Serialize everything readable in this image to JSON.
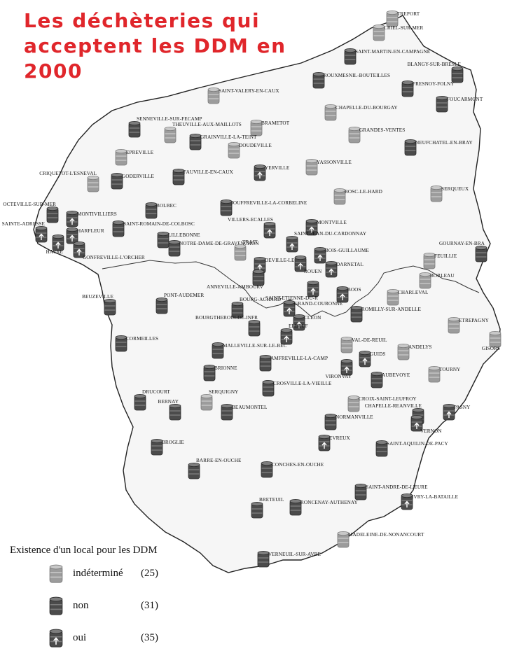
{
  "title": {
    "line1": "Les déchèteries qui",
    "line2": "acceptent les DDM en",
    "line3": "2000"
  },
  "colors": {
    "title": "#e0262b",
    "indetermine": "#9c9c9c",
    "non": "#4b4b4b",
    "oui": "#4b4b4b",
    "region_fill": "#f6f6f6",
    "outline": "#222222"
  },
  "legend": {
    "title": "Existence d'un local pour les DDM",
    "items": [
      {
        "key": "indetermine",
        "label": "indéterminé",
        "count": "(25)",
        "icon": "barrel-light-icon"
      },
      {
        "key": "non",
        "label": "non",
        "count": "(31)",
        "icon": "barrel-dark-icon"
      },
      {
        "key": "oui",
        "label": "oui",
        "count": "(35)",
        "icon": "barrel-arrow-icon"
      }
    ]
  },
  "sites": [
    {
      "name": "TREPORT",
      "status": "indetermine"
    },
    {
      "name": "CRIEL-SUR-MER",
      "status": "indetermine"
    },
    {
      "name": "SAINT-MARTIN-EN-CAMPAGNE",
      "status": "non"
    },
    {
      "name": "BLANGY-SUR-BRESLE",
      "status": "non"
    },
    {
      "name": "ROUXMESNIL-BOUTEILLES",
      "status": "non"
    },
    {
      "name": "FRESNOY-FOLNY",
      "status": "non"
    },
    {
      "name": "FOUCARMONT",
      "status": "non"
    },
    {
      "name": "SAINT-VALERY-EN-CAUX",
      "status": "indetermine"
    },
    {
      "name": "CHAPELLE-DU-BOURGAY",
      "status": "indetermine"
    },
    {
      "name": "SENNEVILLE-SUR-FECAMP",
      "status": "non"
    },
    {
      "name": "BRAMETOT",
      "status": "indetermine"
    },
    {
      "name": "THEUVILLE-AUX-MAILLOTS",
      "status": "indetermine"
    },
    {
      "name": "GRAINVILLE-LA-TEINT",
      "status": "non"
    },
    {
      "name": "GRANDES-VENTES",
      "status": "indetermine"
    },
    {
      "name": "DOUDEVILLE",
      "status": "indetermine"
    },
    {
      "name": "NEUFCHATEL-EN-BRAY",
      "status": "non"
    },
    {
      "name": "EPREVILLE",
      "status": "indetermine"
    },
    {
      "name": "CRIQUETOT-L'ESNEVAL",
      "status": "indetermine"
    },
    {
      "name": "GODERVILLE",
      "status": "non"
    },
    {
      "name": "FAUVILLE-EN-CAUX",
      "status": "non"
    },
    {
      "name": "YERVILLE",
      "status": "oui"
    },
    {
      "name": "YASSONVILLE",
      "status": "indetermine"
    },
    {
      "name": "BOSC-LE-HARD",
      "status": "indetermine"
    },
    {
      "name": "SERQUEUX",
      "status": "indetermine"
    },
    {
      "name": "OCTEVILLE-SUR-MER",
      "status": "non"
    },
    {
      "name": "MONTIVILLIERS",
      "status": "oui"
    },
    {
      "name": "BOLBEC",
      "status": "non"
    },
    {
      "name": "JOUFFREVILLE-LA-CORBELINE",
      "status": "non"
    },
    {
      "name": "SAINTE-ADRESSE",
      "status": "oui"
    },
    {
      "name": "HARFLEUR",
      "status": "oui"
    },
    {
      "name": "HAVRE",
      "status": "oui"
    },
    {
      "name": "SAINT-ROMAIN-DE-COLBOSC",
      "status": "non"
    },
    {
      "name": "LILLEBONNE",
      "status": "non"
    },
    {
      "name": "NOTRE-DAME-DE-GRAVENCHON",
      "status": "non"
    },
    {
      "name": "VILLERS-ECALLES",
      "status": "oui"
    },
    {
      "name": "MONTVILLE",
      "status": "oui"
    },
    {
      "name": "GONFREVILLE-L'ORCHER",
      "status": "oui"
    },
    {
      "name": "TRAIT",
      "status": "indetermine"
    },
    {
      "name": "SAINT-JEAN-DU-CARDONNAY",
      "status": "oui"
    },
    {
      "name": "BOIS-GUILLAUME",
      "status": "oui"
    },
    {
      "name": "GOURNAY-EN-BRA",
      "status": "non"
    },
    {
      "name": "FEUILLIE",
      "status": "indetermine"
    },
    {
      "name": "DEVILLE-LES-R",
      "status": "oui"
    },
    {
      "name": "ROUEN",
      "status": "oui"
    },
    {
      "name": "DARNETAL",
      "status": "oui"
    },
    {
      "name": "BORLEAU",
      "status": "indetermine"
    },
    {
      "name": "ANNEVILLE-AMBOURV",
      "status": "non"
    },
    {
      "name": "SAINT-ETIENNE-DU-R",
      "status": "oui"
    },
    {
      "name": "BOOS",
      "status": "oui"
    },
    {
      "name": "BEUZEVILLE",
      "status": "non"
    },
    {
      "name": "PONT-AUDEMER",
      "status": "non"
    },
    {
      "name": "BOURG-ACHARD",
      "status": "non"
    },
    {
      "name": "GRAND-COURONNE",
      "status": "oui"
    },
    {
      "name": "ROMILLY-SUR-ANDELLE",
      "status": "non"
    },
    {
      "name": "CHARLEVAL",
      "status": "indetermine"
    },
    {
      "name": "ETREPAGNY",
      "status": "indetermine"
    },
    {
      "name": "BOURGTHEROULDE-INFR",
      "status": "non"
    },
    {
      "name": "CLEON",
      "status": "oui"
    },
    {
      "name": "ELBEUF",
      "status": "oui"
    },
    {
      "name": "GISORS",
      "status": "indetermine"
    },
    {
      "name": "CORMEILLES",
      "status": "non"
    },
    {
      "name": "VAL-DE-REUIL",
      "status": "indetermine"
    },
    {
      "name": "MALLEVILLE-SUR-LE-BEC",
      "status": "non"
    },
    {
      "name": "ANDELYS",
      "status": "indetermine"
    },
    {
      "name": "AMFREVILLE-LA-CAMP",
      "status": "non"
    },
    {
      "name": "GUIDS",
      "status": "oui"
    },
    {
      "name": "BRIONNE",
      "status": "non"
    },
    {
      "name": "VIRONVAY",
      "status": "oui"
    },
    {
      "name": "AUBEVOYE",
      "status": "non"
    },
    {
      "name": "TOURNY",
      "status": "indetermine"
    },
    {
      "name": "CROSVILLE-LA-VIEILLE",
      "status": "non"
    },
    {
      "name": "DRUCOURT",
      "status": "non"
    },
    {
      "name": "SERQUIGNY",
      "status": "indetermine"
    },
    {
      "name": "BERNAY",
      "status": "non"
    },
    {
      "name": "CROIX-SAINT-LEUFROY",
      "status": "indetermine"
    },
    {
      "name": "BEAUMONTEL",
      "status": "non"
    },
    {
      "name": "CHAPELLE-REANVILLE",
      "status": "oui"
    },
    {
      "name": "NORMANVILLE",
      "status": "non"
    },
    {
      "name": "VERNON",
      "status": "oui"
    },
    {
      "name": "PASNY",
      "status": "oui"
    },
    {
      "name": "BROGLIE",
      "status": "non"
    },
    {
      "name": "EVREUX",
      "status": "oui"
    },
    {
      "name": "SAINT-AQUILIN-DE-PACY",
      "status": "non"
    },
    {
      "name": "BARRE-EN-OUCHE",
      "status": "non"
    },
    {
      "name": "CONCHES-EN-OUCHE",
      "status": "non"
    },
    {
      "name": "SAINT-ANDRE-DE-L'EURE",
      "status": "non"
    },
    {
      "name": "BRETEUIL",
      "status": "non"
    },
    {
      "name": "RONCENAY-AUTHENAY",
      "status": "non"
    },
    {
      "name": "IVRY-LA-BATAILLE",
      "status": "oui"
    },
    {
      "name": "MADELEINE-DE-NONANCOURT",
      "status": "indetermine"
    },
    {
      "name": "VERNEUIL-SUR-AVRE",
      "status": "non"
    }
  ]
}
